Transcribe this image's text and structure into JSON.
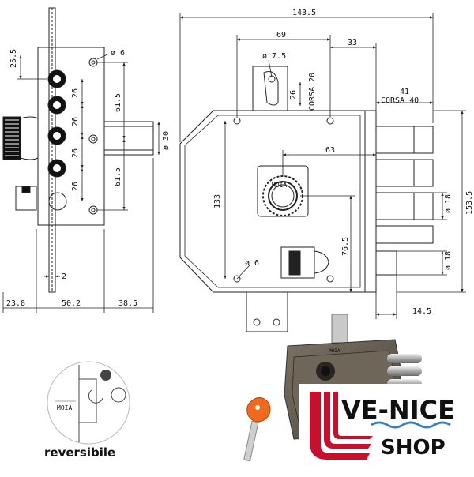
{
  "drawing": {
    "front_view": {
      "dims": {
        "top_offset": "25.5",
        "hole_diameter_top": "ø 6",
        "pitch_1": "26",
        "pitch_2": "26",
        "pitch_3": "26",
        "pitch_4": "26",
        "half_height_top": "61.5",
        "half_height_bottom": "61.5",
        "cylinder_diameter": "ø 30",
        "faceplate_gap": "2",
        "bottom_left": "23.8",
        "bottom_mid": "50.2",
        "bottom_right": "38.5"
      }
    },
    "side_view": {
      "dims": {
        "overall_width": "143.5",
        "hole_spacing": "69",
        "offset_right": "33",
        "slot_hole": "ø 7.5",
        "slot_travel": "26",
        "slot_label": "CORSA 20",
        "bolt_reach": "41",
        "bolt_label": "CORSA 40",
        "cylinder_offset": "63",
        "case_height": "133",
        "overall_height": "153.5",
        "bolt_diameter_1": "ø 18",
        "bolt_diameter_2": "ø 18",
        "handle_height": "76.5",
        "hole_diameter_bottom": "ø 6",
        "bolt_bottom_offset": "14.5"
      },
      "brand_mark": "MOIA"
    },
    "reversible_caption": "reversibile",
    "photo_brand": "MOIA"
  },
  "shop_logo": {
    "line1": "VE-NICE",
    "line2": "SHOP",
    "colors": {
      "red": "#c8102e",
      "blue": "#2a3d8f",
      "wave": "#3a7fc4"
    }
  },
  "colors": {
    "line": "#222222",
    "lock_body": "#6e6658",
    "lock_body_dark": "#4a443a",
    "steel": "#b5b5b5",
    "key_head": "#f06a1e"
  }
}
